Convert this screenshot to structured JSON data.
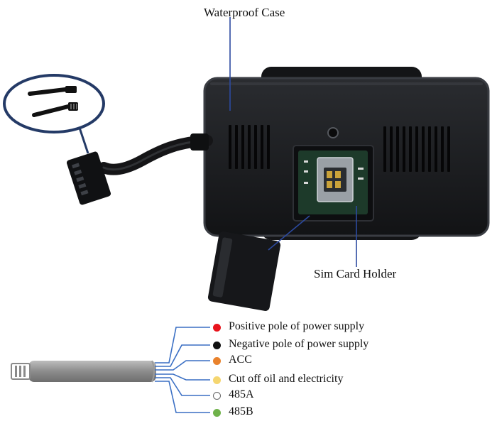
{
  "callouts": {
    "case_label": "Waterproof Case",
    "sim_label": "Sim Card Holder"
  },
  "colors": {
    "wire_line": "#3a6fc4",
    "case_body": "#1b1c1f",
    "case_edge": "#3a3d43"
  },
  "wires": [
    {
      "label": "Positive pole of power supply",
      "color": "#e8141c",
      "icon": "red-dot-icon"
    },
    {
      "label": "Negative pole of power supply",
      "color": "#111111",
      "icon": "black-dot-icon"
    },
    {
      "label": "ACC",
      "color": "#e9822c",
      "icon": "orange-dot-icon"
    },
    {
      "label": "Cut off oil and electricity",
      "color": "#f5d670",
      "icon": "yellow-dot-icon"
    },
    {
      "label": "485A",
      "color": "#ffffff",
      "icon": "white-dot-icon"
    },
    {
      "label": "485B",
      "color": "#6fb24a",
      "icon": "green-dot-icon"
    }
  ]
}
